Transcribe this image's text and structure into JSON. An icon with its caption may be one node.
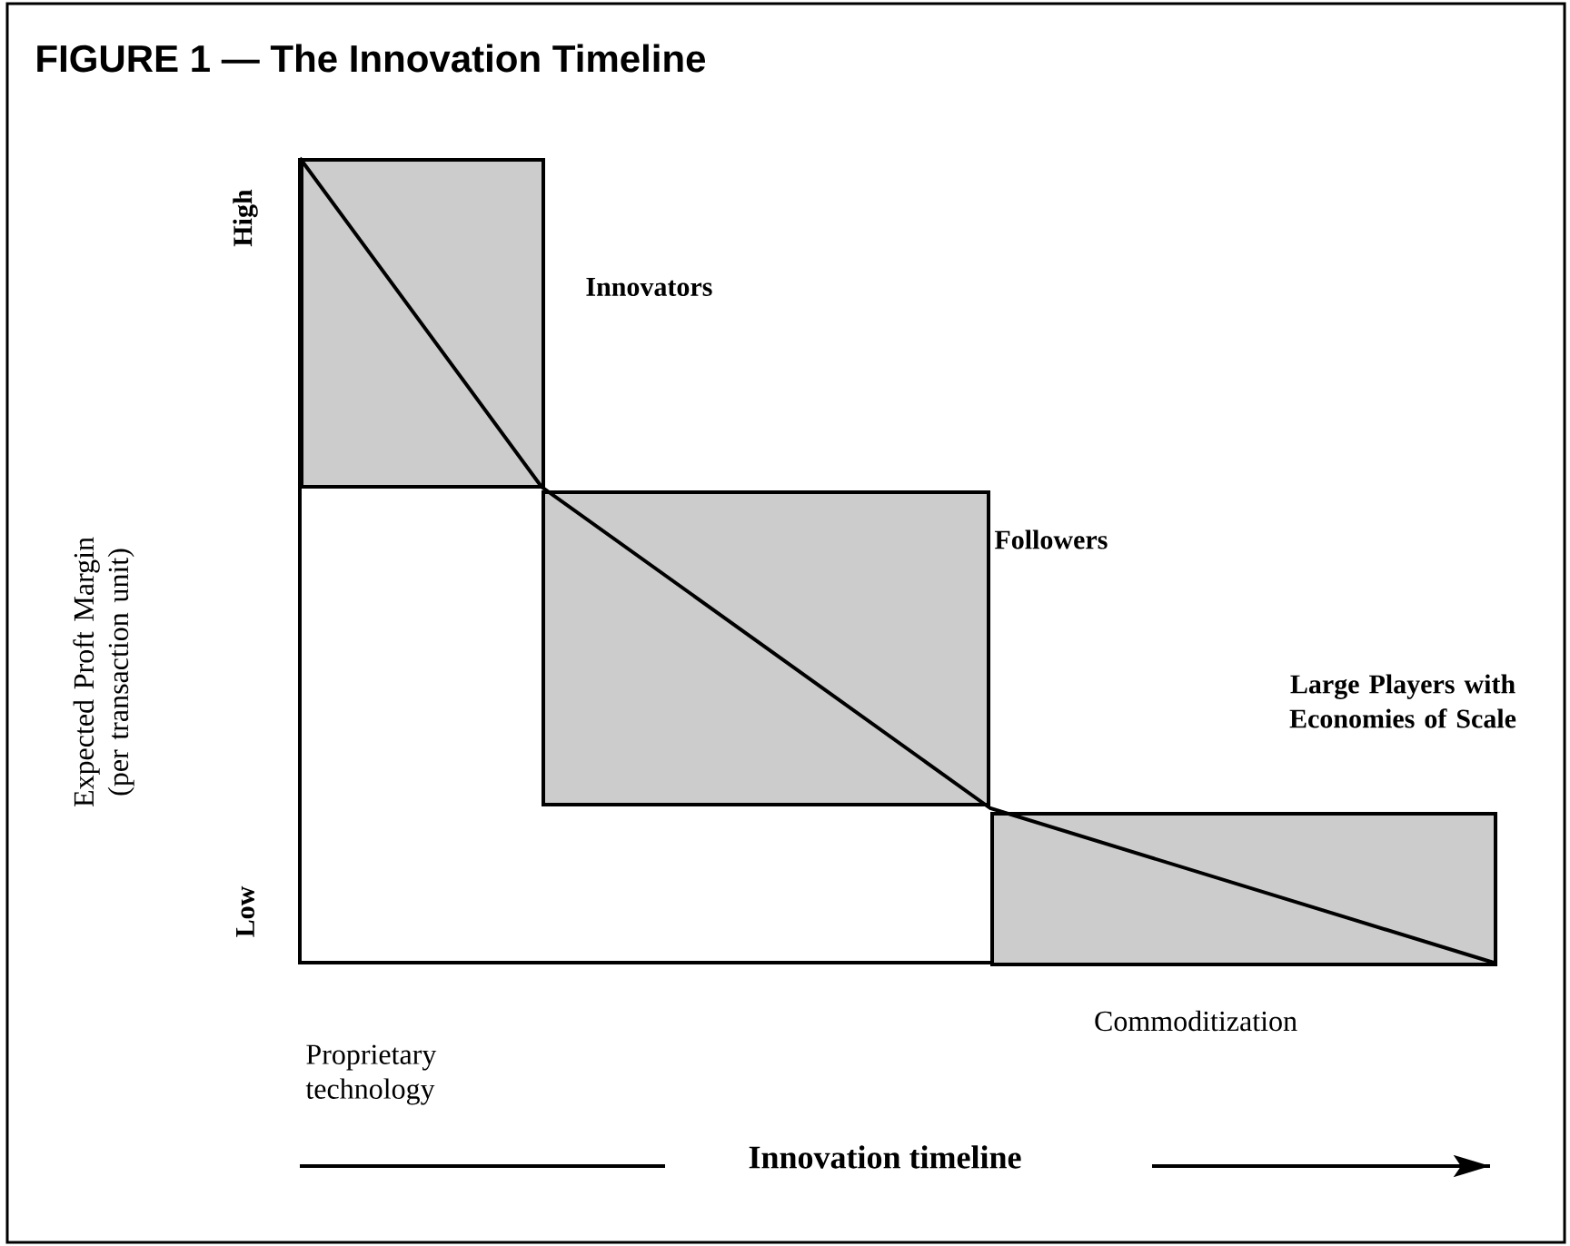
{
  "diagram": {
    "title": "FIGURE 1 — The Innovation Timeline",
    "nodes": [
      {
        "text": [],
        "shape": "box",
        "beside": [
          "Innovators"
        ]
      },
      {
        "text": [],
        "shape": "box",
        "beside": [
          "Followers"
        ]
      },
      {
        "text": [],
        "shape": "box",
        "beside": [
          "Large Players with Economies of Scale"
        ]
      }
    ],
    "labels": [
      "High",
      "Expected Proft Margin (per transaction unit)",
      "Low",
      "Proprietary technology",
      "Commoditization",
      "Innovation timeline"
    ]
  }
}
